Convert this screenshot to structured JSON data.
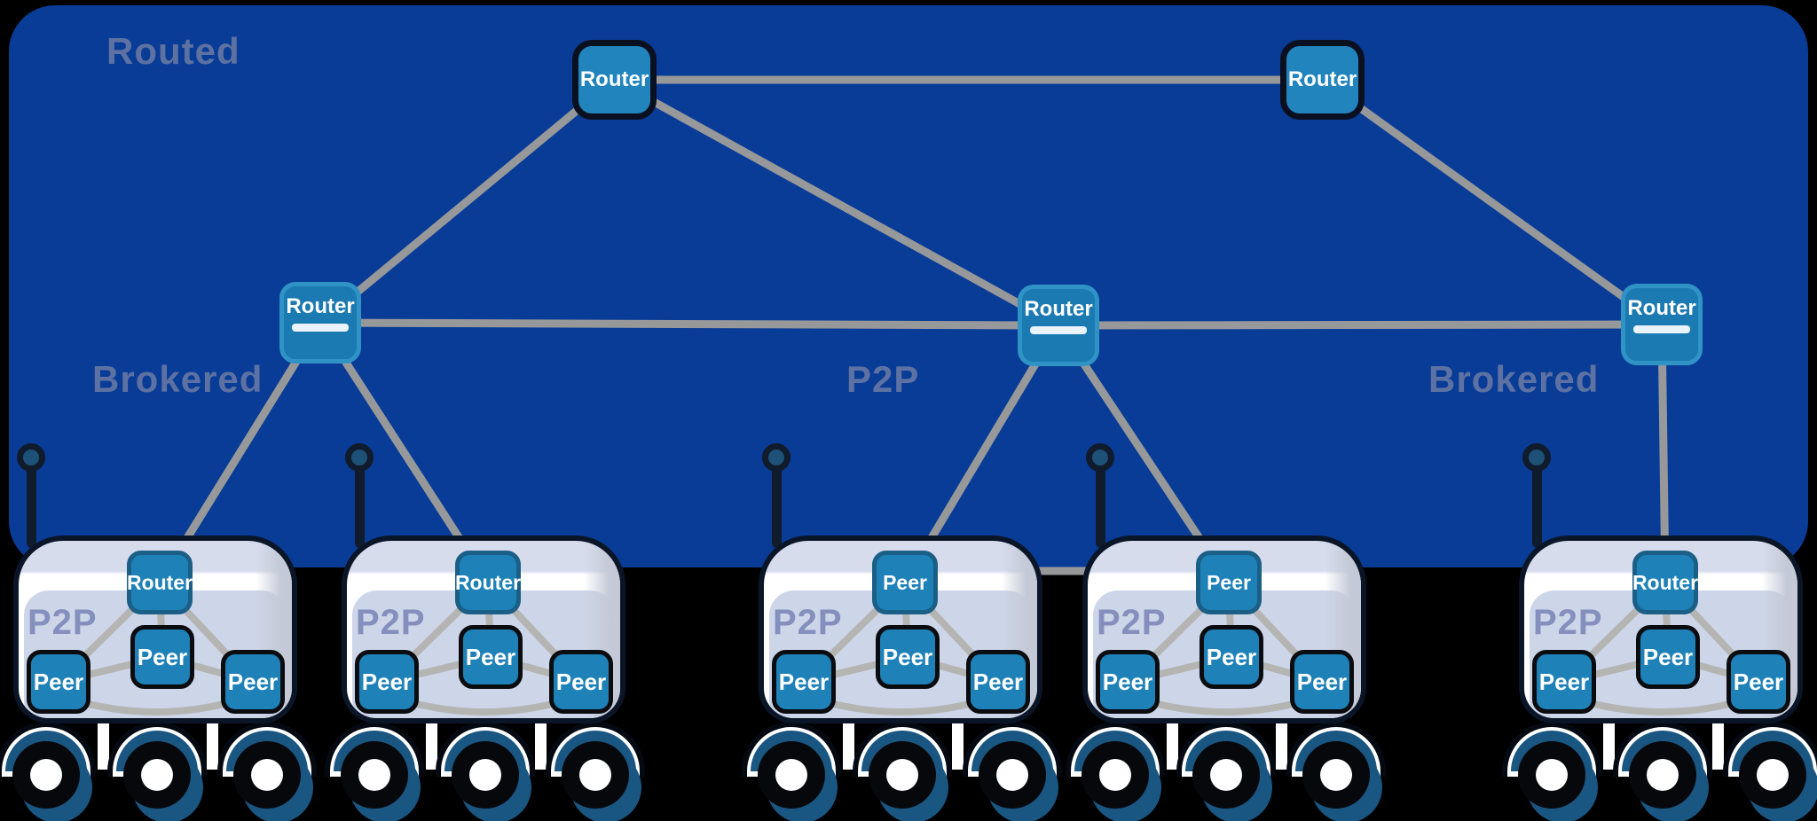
{
  "zones": {
    "routed": "Routed",
    "brokered_left": "Brokered",
    "p2p": "P2P",
    "brokered_right": "Brokered"
  },
  "backbone_routers": [
    {
      "id": "router-top-left",
      "label": "Router"
    },
    {
      "id": "router-top-right",
      "label": "Router"
    },
    {
      "id": "router-mid-left",
      "label": "Router"
    },
    {
      "id": "router-mid-center",
      "label": "Router"
    },
    {
      "id": "router-mid-right",
      "label": "Router"
    }
  ],
  "edges": [
    [
      "router-top-left",
      "router-top-right"
    ],
    [
      "router-top-left",
      "router-mid-left"
    ],
    [
      "router-top-left",
      "router-mid-center"
    ],
    [
      "router-top-right",
      "router-mid-right"
    ],
    [
      "router-mid-left",
      "router-mid-center"
    ],
    [
      "router-mid-center",
      "router-mid-right"
    ],
    [
      "router-mid-left",
      "rover-1-top-node"
    ],
    [
      "router-mid-left",
      "rover-2-top-node"
    ],
    [
      "router-mid-center",
      "rover-3-top-node"
    ],
    [
      "router-mid-center",
      "rover-4-top-node"
    ],
    [
      "router-mid-right",
      "rover-5-top-node"
    ],
    [
      "rover-3-top-node",
      "rover-4-top-node"
    ]
  ],
  "rovers": [
    {
      "label": "P2P",
      "nodes": {
        "top": "Router",
        "center": "Peer",
        "left": "Peer",
        "right": "Peer"
      }
    },
    {
      "label": "P2P",
      "nodes": {
        "top": "Router",
        "center": "Peer",
        "left": "Peer",
        "right": "Peer"
      }
    },
    {
      "label": "P2P",
      "nodes": {
        "top": "Peer",
        "center": "Peer",
        "left": "Peer",
        "right": "Peer"
      }
    },
    {
      "label": "P2P",
      "nodes": {
        "top": "Peer",
        "center": "Peer",
        "left": "Peer",
        "right": "Peer"
      }
    },
    {
      "label": "P2P",
      "nodes": {
        "top": "Router",
        "center": "Peer",
        "left": "Peer",
        "right": "Peer"
      }
    }
  ],
  "colors": {
    "background": "#000000",
    "panel_blue": "#093c96",
    "zone_label": "#5d72a3",
    "edge_gray": "#97989a",
    "node_fill": "#1e81b8",
    "backbone_node_fill": "#2184bc",
    "top_router_border": "#0b1020",
    "mid_router_border": "#3093c6",
    "peer_border": "#0a0c10",
    "top_node_border": "#1b5f86",
    "node_text": "#ffffff",
    "rover_body": "#ffffff",
    "rover_inner_panel": "#cdd5e8",
    "rover_p2p_label": "#858fbd",
    "wheel_black": "#06080c",
    "wheel_blue": "#1a5682"
  }
}
